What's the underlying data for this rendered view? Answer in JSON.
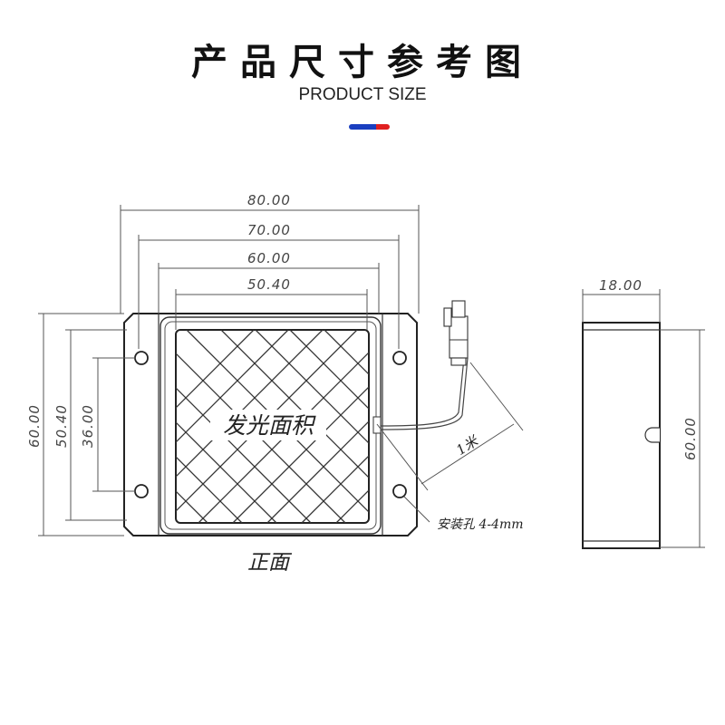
{
  "header": {
    "title": "产品尺寸参考图",
    "subtitle": "PRODUCT SIZE",
    "accent_colors": {
      "blue": "#1a3fc0",
      "red": "#e02020"
    }
  },
  "front_view": {
    "dimensions": {
      "width_overall": "80.00",
      "width_holes": "70.00",
      "width_frame": "60.00",
      "width_emitting": "50.40",
      "height_overall": "60.00",
      "height_frame": "50.40",
      "height_holes": "36.00"
    },
    "emitting_area_label": "发光面积",
    "cable_length_label": "1米",
    "mounting_hole_label": "安装孔 4-4mm",
    "view_label": "正面"
  },
  "side_view": {
    "dimensions": {
      "thickness": "18.00",
      "height": "60.00"
    }
  }
}
